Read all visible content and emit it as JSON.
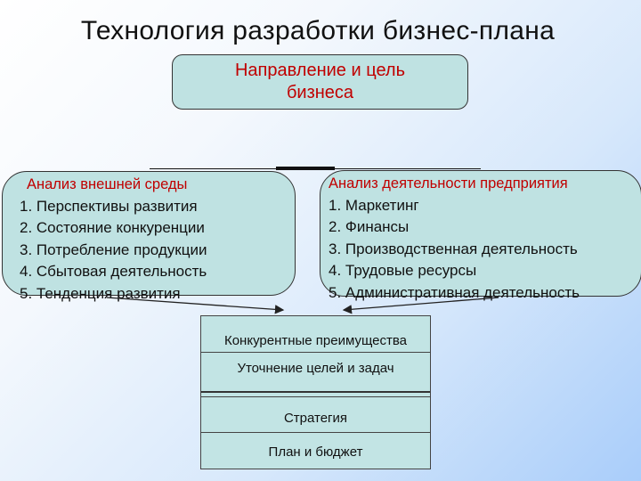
{
  "title": "Технология разработки бизнес-плана",
  "goal": {
    "line1": "Направление и цель",
    "line2": "бизнеса"
  },
  "external": {
    "heading": "Анализ внешней среды",
    "items": [
      "1. Перспективы развития",
      "2. Состояние конкуренции",
      "3. Потребление продукции",
      "4. Сбытовая деятельность",
      "5. Тенденция развития"
    ]
  },
  "internal": {
    "heading": "Анализ  деятельности предприятия",
    "items": [
      "1. Маркетинг",
      "2. Финансы",
      "3. Производственная деятельность",
      "4. Трудовые ресурсы",
      "5. Административная деятельность"
    ]
  },
  "stack": [
    "Конкурентные преимущества",
    "Уточнение целей и задач",
    "Стратегия",
    "План и бюджет"
  ],
  "colors": {
    "box_fill": "#bfe2e2",
    "heading_red": "#c00000",
    "background_light": "#ffffff",
    "background_blue": "#a9cdfa"
  }
}
